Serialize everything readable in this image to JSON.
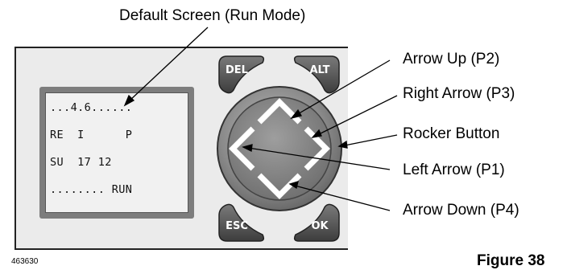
{
  "title_label": "Default Screen (Run Mode)",
  "display": {
    "lines": [
      "...4.6......",
      "RE  I      P",
      "SU  17 12",
      "........ RUN"
    ]
  },
  "keys": {
    "del": "DEL",
    "alt": "ALT",
    "esc": "ESC",
    "ok": "OK"
  },
  "callouts": {
    "arrow_up": "Arrow Up (P2)",
    "right_arrow": "Right Arrow (P3)",
    "rocker": "Rocker Button",
    "left_arrow": "Left Arrow (P1)",
    "arrow_down": "Arrow Down (P4)"
  },
  "figure_number": "463630",
  "figure_label": "Figure 38"
}
